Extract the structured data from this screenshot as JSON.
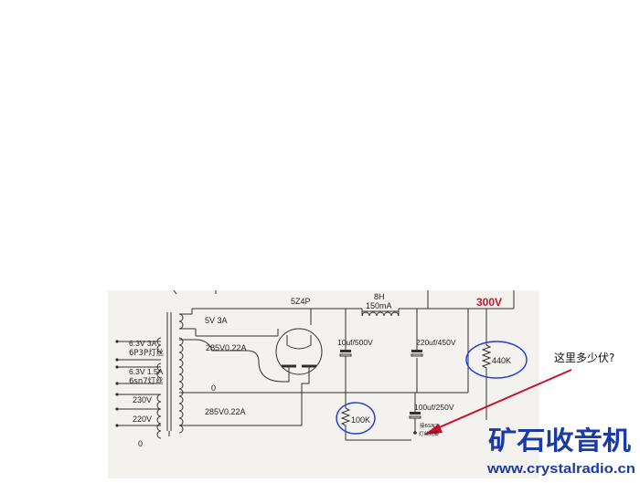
{
  "schematic": {
    "transformer": {
      "sec_5v": "5V 3A",
      "sec_hv_top": "285V0.22A",
      "zero": "0",
      "sec_hv_bottom": "285V0.22A",
      "tap_6p3_3a": "6.3V 3A",
      "tap_6p3_3a_note": "6P3P灯丝",
      "tap_6p3_1p5a": "6.3V 1.5A",
      "tap_6p3_1p5a_note": "6sn7灯丝",
      "tap_230": "230V",
      "tap_220": "220V",
      "tap_0": "0"
    },
    "rectifier": {
      "label": "5Z4P"
    },
    "choke": {
      "inductance": "8H",
      "current": "150mA"
    },
    "b_plus": "300V",
    "caps": {
      "c1": "10uf/500V",
      "c2": "220uf/450V",
      "c3": "100uf/250V"
    },
    "resistors": {
      "r_bleed": "440K",
      "r_divider": "100K"
    },
    "connection_note_1": "接6SN7",
    "connection_note_2": "灯丝对脚"
  },
  "annotation": {
    "question": "这里多少伏?"
  },
  "watermark": {
    "title": "矿石收音机",
    "url": "www.crystalradio.cn"
  },
  "colors": {
    "wire": "#303030",
    "panel": "#f4f2ee",
    "circle": "#2a3fd0",
    "red": "#c8102e",
    "watermark": "#1a3aa8"
  }
}
